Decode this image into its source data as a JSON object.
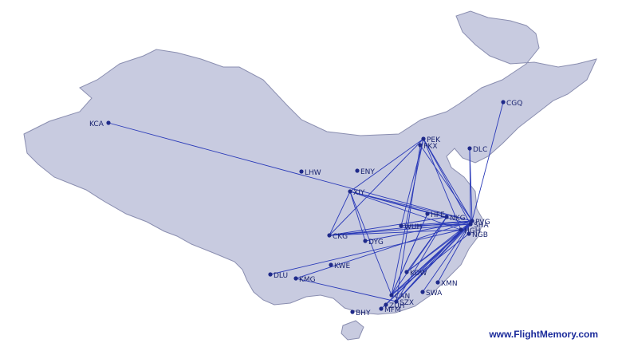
{
  "map": {
    "country_fill": "#c8cbe0",
    "border_color": "#8a8eb0",
    "route_color": "#2a3ab8",
    "marker_color": "#1f2a8a",
    "label_color": "#1a2470"
  },
  "airports": [
    {
      "code": "KCA"
    },
    {
      "code": "CGQ"
    },
    {
      "code": "PEK"
    },
    {
      "code": "PKX"
    },
    {
      "code": "DLC"
    },
    {
      "code": "LHW"
    },
    {
      "code": "ENY"
    },
    {
      "code": "XIY"
    },
    {
      "code": "HFE"
    },
    {
      "code": "NKG"
    },
    {
      "code": "PVG"
    },
    {
      "code": "SHA"
    },
    {
      "code": "HGH"
    },
    {
      "code": "NGB"
    },
    {
      "code": "WUH"
    },
    {
      "code": "CKG"
    },
    {
      "code": "DYG"
    },
    {
      "code": "KWE"
    },
    {
      "code": "DLU"
    },
    {
      "code": "KMG"
    },
    {
      "code": "KOW"
    },
    {
      "code": "XMN"
    },
    {
      "code": "SWA"
    },
    {
      "code": "CAN"
    },
    {
      "code": "SZX"
    },
    {
      "code": "ZUH"
    },
    {
      "code": "MFM"
    },
    {
      "code": "BHY"
    }
  ],
  "routes": [
    [
      "KCA",
      "PVG"
    ],
    [
      "CGQ",
      "PVG"
    ],
    [
      "DLC",
      "PVG"
    ],
    [
      "DLC",
      "SHA"
    ],
    [
      "PEK",
      "XIY"
    ],
    [
      "PEK",
      "CKG"
    ],
    [
      "PEK",
      "WUH"
    ],
    [
      "PEK",
      "PVG"
    ],
    [
      "PEK",
      "SHA"
    ],
    [
      "PEK",
      "CAN"
    ],
    [
      "PEK",
      "HGH"
    ],
    [
      "PKX",
      "SZX"
    ],
    [
      "PKX",
      "PVG"
    ],
    [
      "XIY",
      "PVG"
    ],
    [
      "XIY",
      "CKG"
    ],
    [
      "XIY",
      "DYG"
    ],
    [
      "XIY",
      "NKG"
    ],
    [
      "XIY",
      "SHA"
    ],
    [
      "XIY",
      "CAN"
    ],
    [
      "XIY",
      "HGH"
    ],
    [
      "CKG",
      "PVG"
    ],
    [
      "CKG",
      "NKG"
    ],
    [
      "CKG",
      "HGH"
    ],
    [
      "CKG",
      "SHA"
    ],
    [
      "WUH",
      "PVG"
    ],
    [
      "WUH",
      "SHA"
    ],
    [
      "DYG",
      "PVG"
    ],
    [
      "KMG",
      "PVG"
    ],
    [
      "KMG",
      "SZX"
    ],
    [
      "DLU",
      "HGH"
    ],
    [
      "CAN",
      "PVG"
    ],
    [
      "CAN",
      "NKG"
    ],
    [
      "CAN",
      "HFE"
    ],
    [
      "CAN",
      "SHA"
    ],
    [
      "CAN",
      "NGB"
    ],
    [
      "SZX",
      "PVG"
    ],
    [
      "SZX",
      "NKG"
    ],
    [
      "SZX",
      "SHA"
    ],
    [
      "SZX",
      "HGH"
    ],
    [
      "ZUH",
      "PVG"
    ],
    [
      "MFM",
      "PVG"
    ],
    [
      "SWA",
      "PVG"
    ],
    [
      "KOW",
      "PVG"
    ],
    [
      "KOW",
      "SHA"
    ],
    [
      "XMN",
      "PVG"
    ],
    [
      "HFE",
      "CAN"
    ],
    [
      "NKG",
      "KOW"
    ]
  ],
  "watermark": "www.FlightMemory.com"
}
